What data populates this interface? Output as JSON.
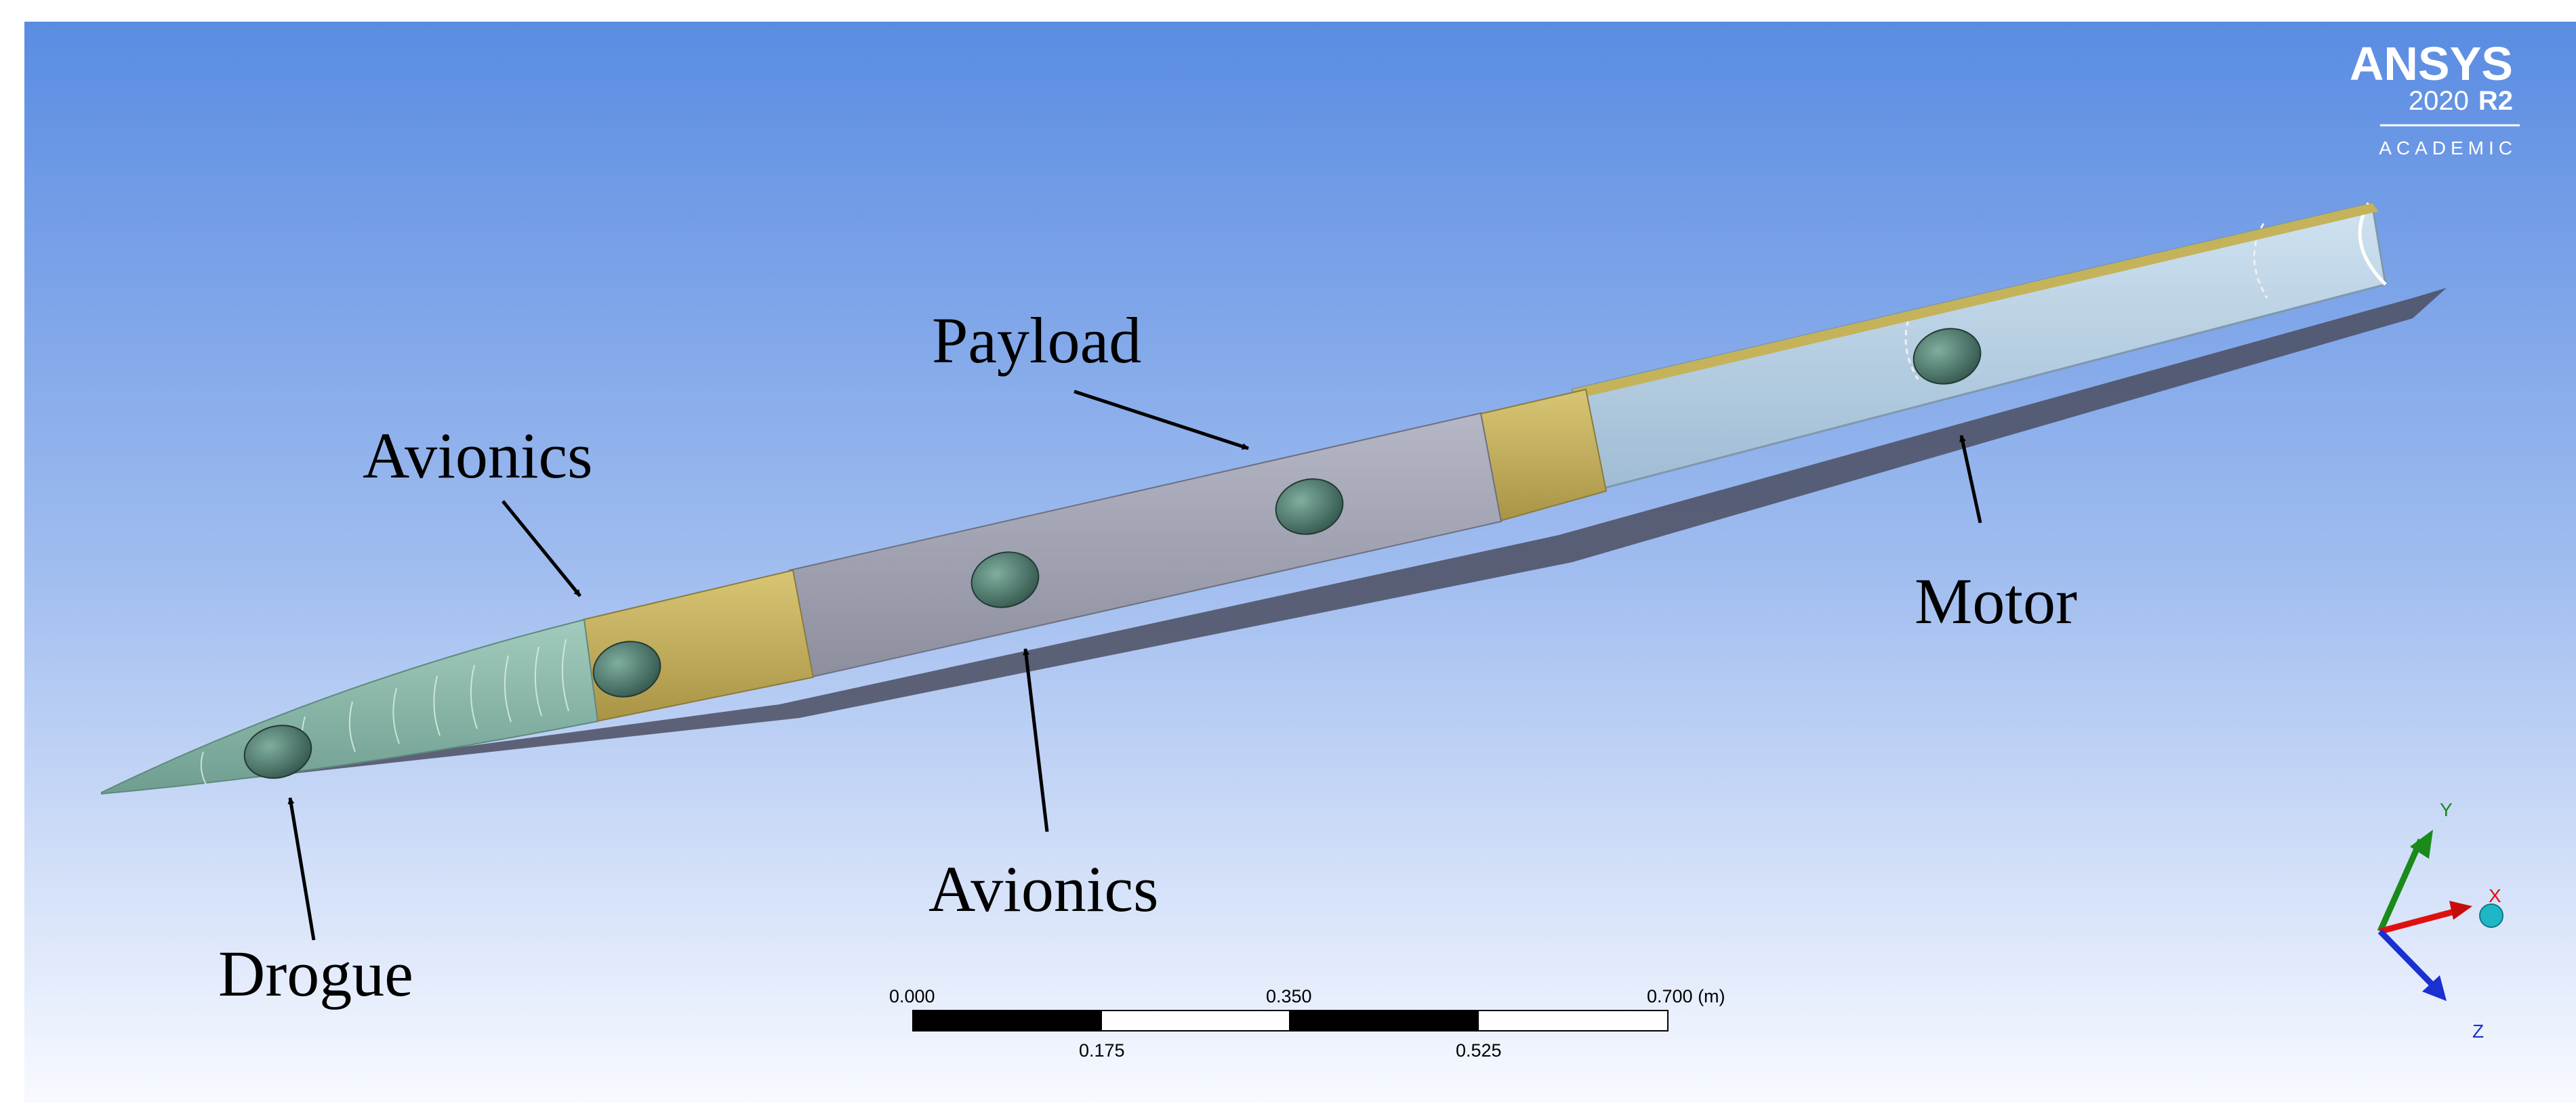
{
  "branding": {
    "name": "ANSYS",
    "version": "2020",
    "release": "R2",
    "edition": "ACADEMIC"
  },
  "annotations": {
    "payload": "Payload",
    "avionics_upper": "Avionics",
    "avionics_lower": "Avionics",
    "drogue": "Drogue",
    "motor": "Motor"
  },
  "scale_bar": {
    "top_labels": [
      "0.000",
      "0.350",
      "0.700 (m)"
    ],
    "bottom_labels": [
      "0.175",
      "0.525"
    ]
  },
  "triad": {
    "x": "X",
    "y": "Y",
    "z": "Z",
    "colors": {
      "x": "#e01010",
      "y": "#1a8a1a",
      "z": "#1a30d0",
      "iso": "#1fb7c8"
    }
  },
  "colors": {
    "background_top": "#5d8fe3",
    "background_bottom": "#f7f9fe",
    "nose": "#86b6a6",
    "avionics_bay": "#c8b45e",
    "payload_tube": "#a4a6b5",
    "motor_tube": "#b8d2e6",
    "hole": "#5f8f80"
  }
}
